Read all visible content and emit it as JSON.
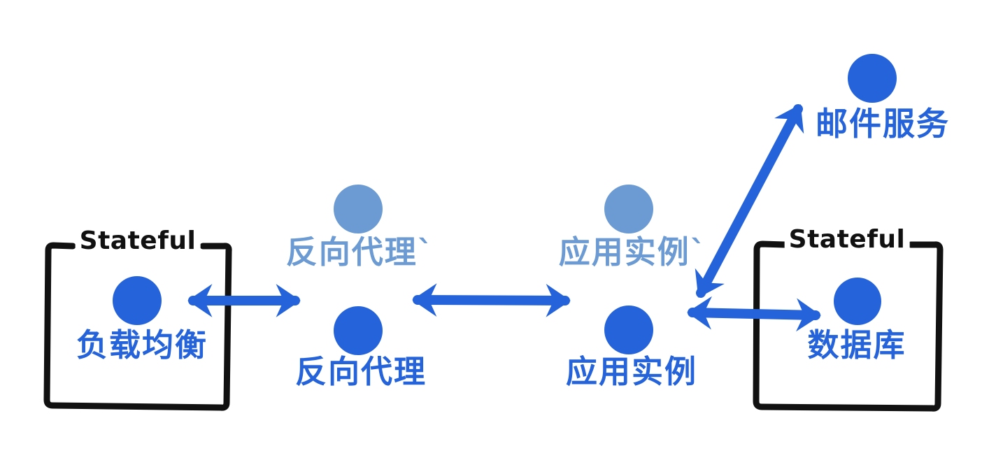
{
  "diagram": {
    "background_color": "#ffffff",
    "palette": {
      "primary_blue": "#2563db",
      "standby_light_blue": "#6b9bd2",
      "box_outline_black": "#111111"
    },
    "groups": [
      {
        "id": "stateful-left",
        "label": "Stateful",
        "contains": "负载均衡"
      },
      {
        "id": "stateful-right",
        "label": "Stateful",
        "contains": "数据库"
      }
    ],
    "nodes": [
      {
        "id": "load-balancer",
        "label": "负载均衡",
        "role": "primary"
      },
      {
        "id": "reverse-proxy-standby",
        "label": "反向代理`",
        "role": "standby"
      },
      {
        "id": "reverse-proxy",
        "label": "反向代理",
        "role": "primary"
      },
      {
        "id": "app-instance-standby",
        "label": "应用实例`",
        "role": "standby"
      },
      {
        "id": "app-instance",
        "label": "应用实例",
        "role": "primary"
      },
      {
        "id": "mail-service",
        "label": "邮件服务",
        "role": "primary"
      },
      {
        "id": "database",
        "label": "数据库",
        "role": "primary"
      }
    ],
    "edges": [
      {
        "from": "负载均衡",
        "to": "反向代理",
        "type": "bidirectional"
      },
      {
        "from": "反向代理",
        "to": "应用实例",
        "type": "bidirectional"
      },
      {
        "from": "应用实例",
        "to": "数据库",
        "type": "bidirectional"
      },
      {
        "from": "应用实例",
        "to": "邮件服务",
        "type": "bidirectional"
      }
    ]
  }
}
